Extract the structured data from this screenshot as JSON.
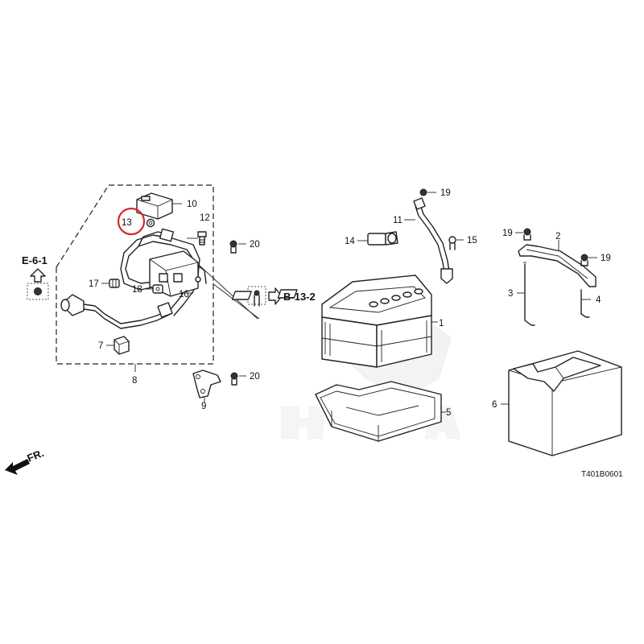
{
  "diagram": {
    "callouts": {
      "c1": "1",
      "c2": "2",
      "c3": "3",
      "c4": "4",
      "c5": "5",
      "c6": "6",
      "c7": "7",
      "c8": "8",
      "c9": "9",
      "c10": "10",
      "c11": "11",
      "c12": "12",
      "c13": "13",
      "c14": "14",
      "c15": "15",
      "c16": "16",
      "c17": "17",
      "c18": "18",
      "c19a": "19",
      "c19b": "19",
      "c19c": "19",
      "c20a": "20",
      "c20b": "20"
    },
    "refs": {
      "left": "E-6-1",
      "center": "B-13-2"
    },
    "direction_label": "FR.",
    "diagram_code": "T401B0601",
    "highlight_color": "#d7262b"
  }
}
